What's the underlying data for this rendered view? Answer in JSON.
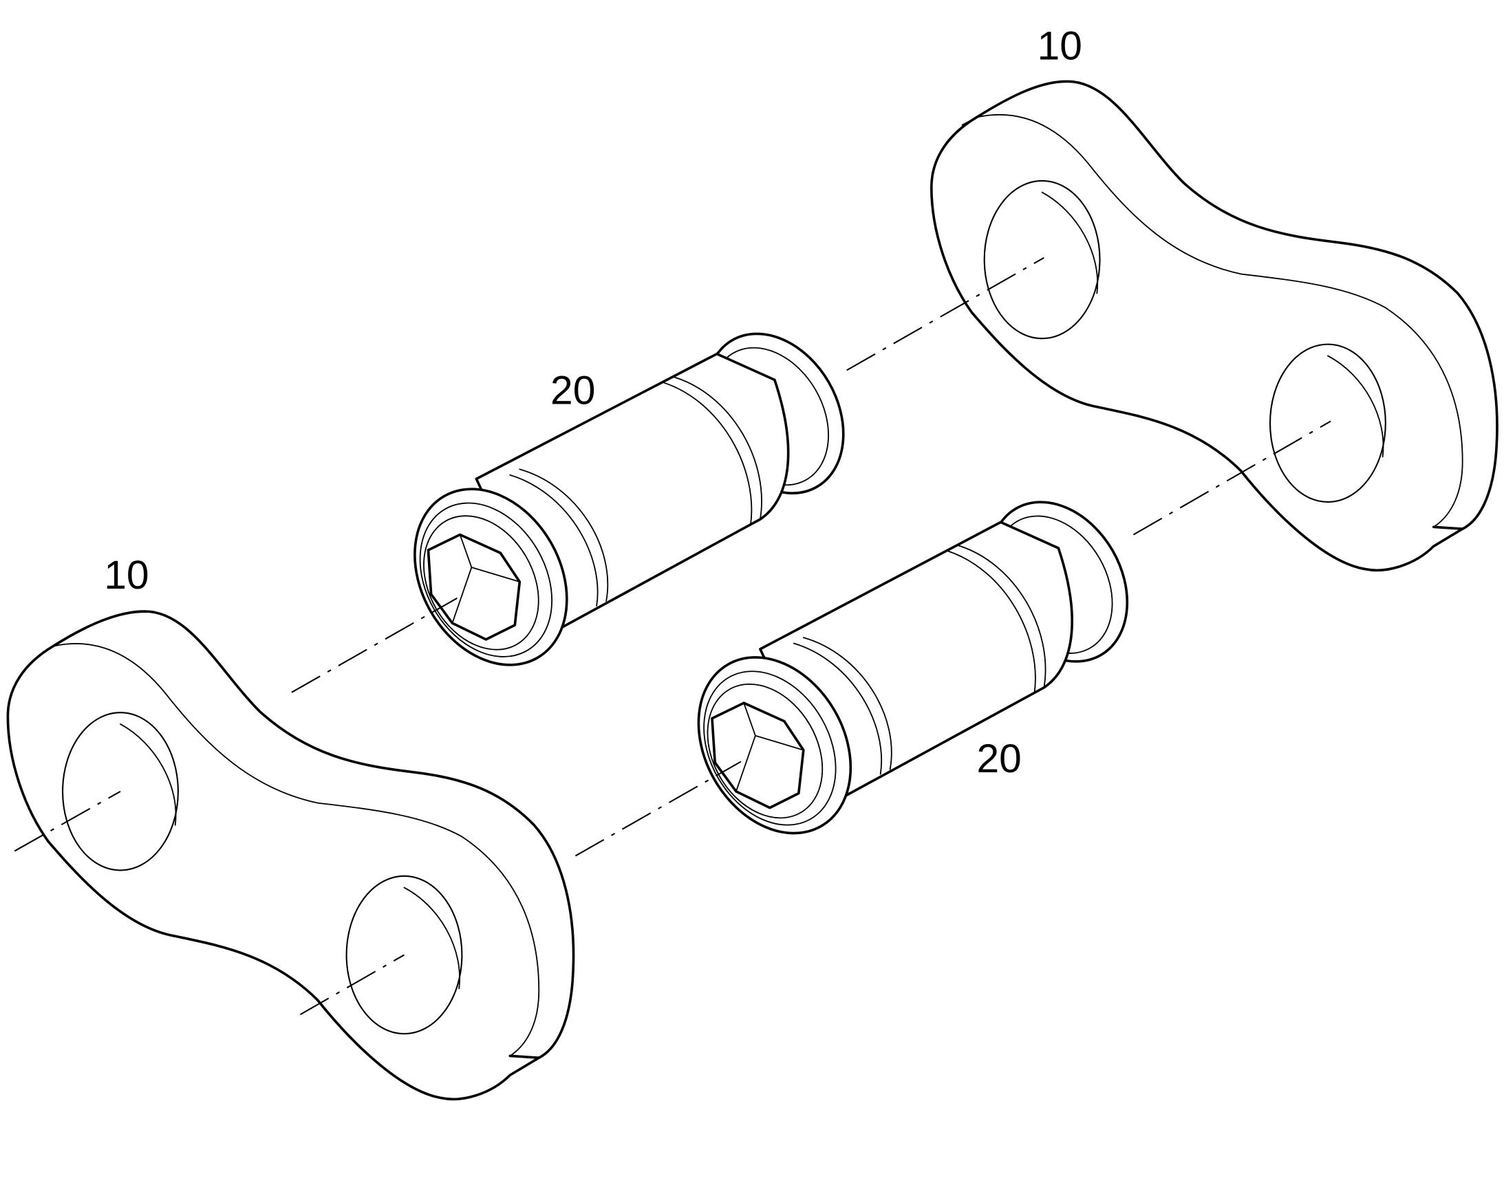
{
  "drawing": {
    "callouts": {
      "link_plate_top_right": "10",
      "link_plate_bottom_left": "10",
      "pin_upper": "20",
      "pin_lower": "20"
    },
    "parts": [
      {
        "part_number": "10",
        "count": 2
      },
      {
        "part_number": "20",
        "count": 2
      }
    ]
  }
}
